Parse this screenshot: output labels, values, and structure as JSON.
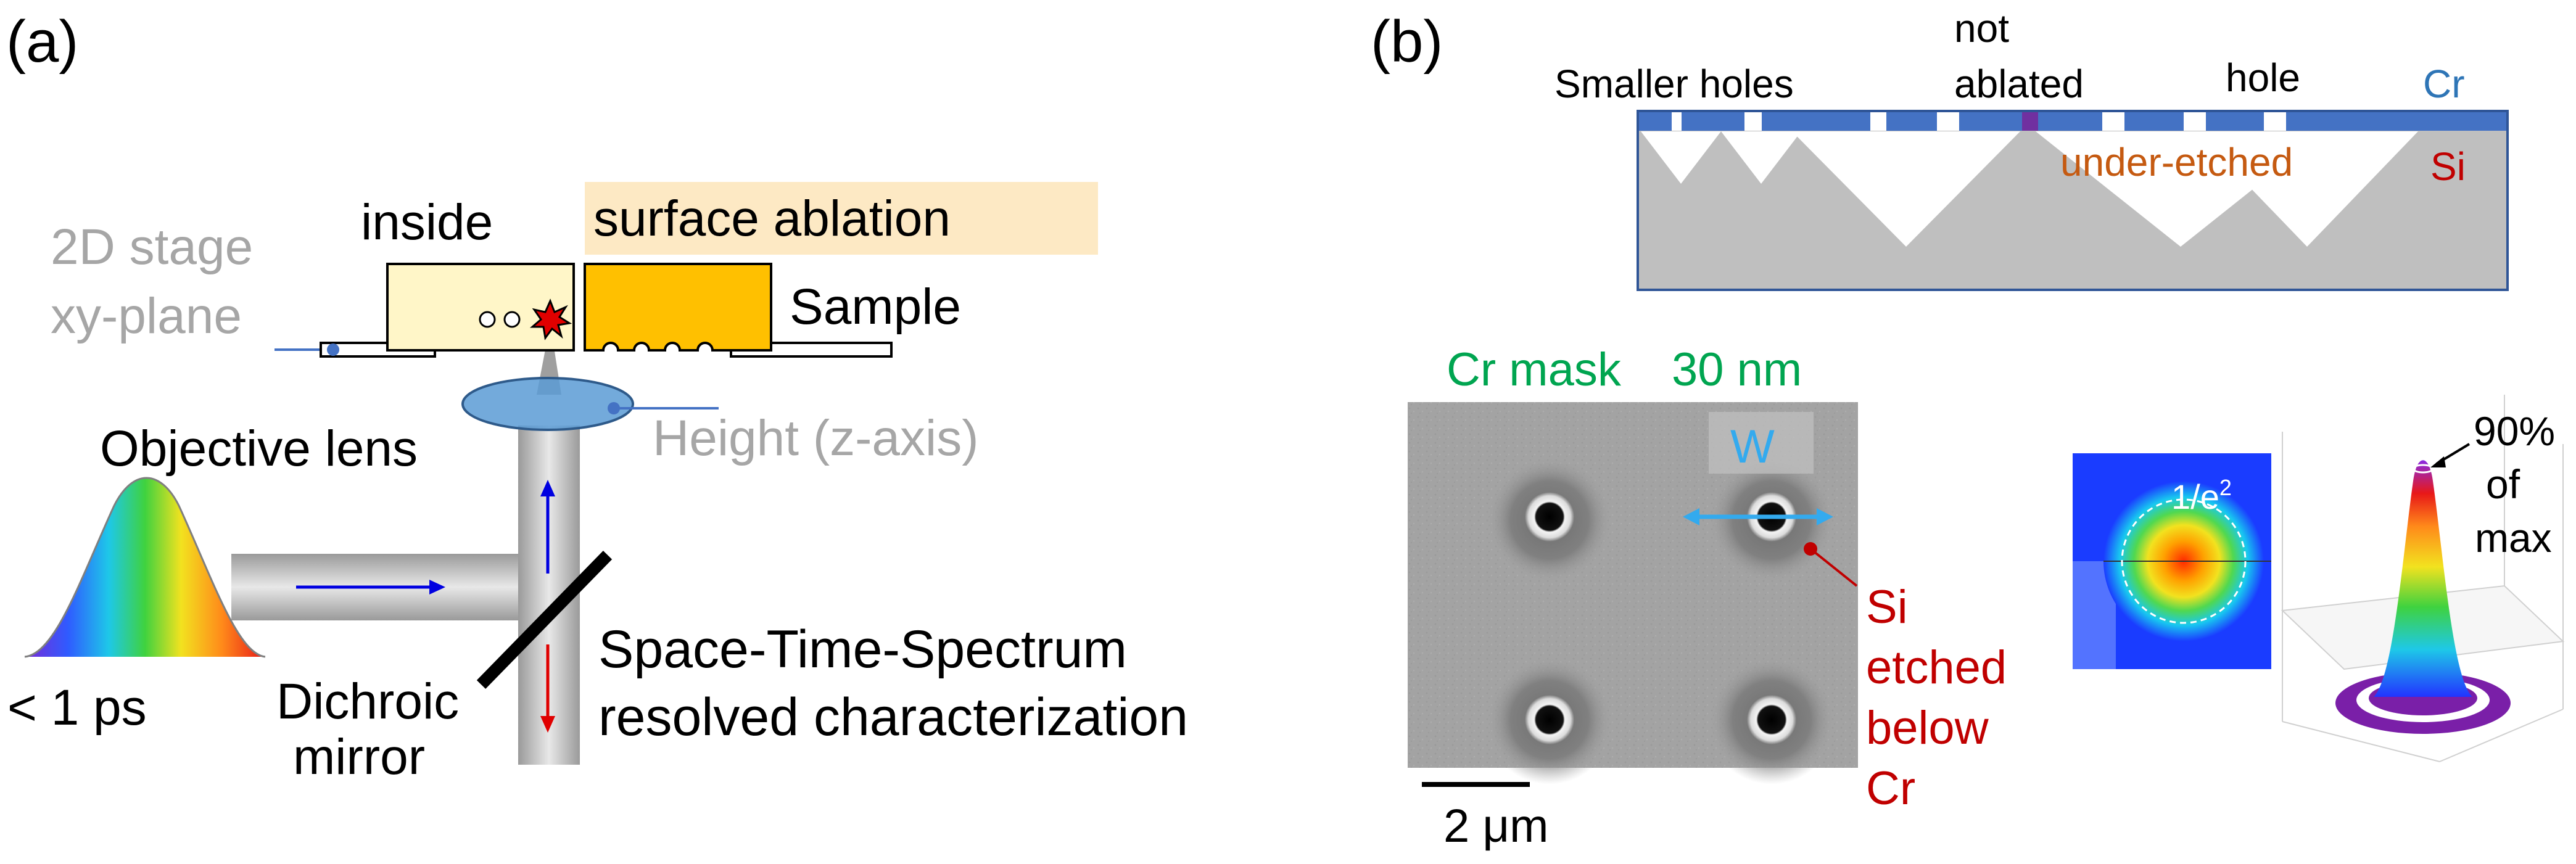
{
  "panel_a": {
    "label": "(a)",
    "stage_text_line1": "2D stage",
    "stage_text_line2": "xy-plane",
    "inside_label": "inside",
    "surface_ablation_label": "surface ablation",
    "sample_label": "Sample",
    "objective_label": "Objective lens",
    "height_label": "Height (z-axis)",
    "pulse_label": "< 1 ps",
    "dichroic_line1": "Dichroic",
    "dichroic_line2": "mirror",
    "characterization_line1": "Space-Time-Spectrum",
    "characterization_line2": "resolved characterization"
  },
  "panel_b": {
    "label": "(b)",
    "cross_section": {
      "smaller_holes_label": "Smaller holes",
      "not_ablated_line1": "not",
      "not_ablated_line2": "ablated",
      "hole_label": "hole",
      "cr_label": "Cr",
      "si_label": "Si",
      "under_etched_label": "under-etched"
    },
    "sem": {
      "mask_label": "Cr mask",
      "thickness_label": "30 nm",
      "width_label": "W",
      "etched_line1": "Si",
      "etched_line2": "etched",
      "etched_line3": "below",
      "etched_line4": "Cr",
      "scale_label": "2 μm"
    },
    "beam_profile": {
      "contour_label": "1/e",
      "contour_superscript": "2",
      "peak_line1": "90%",
      "peak_line2": "of",
      "peak_line3": "max"
    }
  },
  "colors": {
    "cr_blue": "#4472c4",
    "si_gray": "#bfbfbf",
    "under_etched_orange": "#c55a11",
    "si_red": "#c00000",
    "mask_green": "#00a550",
    "width_cyan": "#33aaee",
    "label_gray": "#a6a6a6",
    "inside_fill": "#fff6c8",
    "ablation_fill": "#ffc000",
    "ablation_highlight": "#fde9c4",
    "beam_arrow_blue": "#0000e0",
    "beam_arrow_red": "#e00000"
  }
}
